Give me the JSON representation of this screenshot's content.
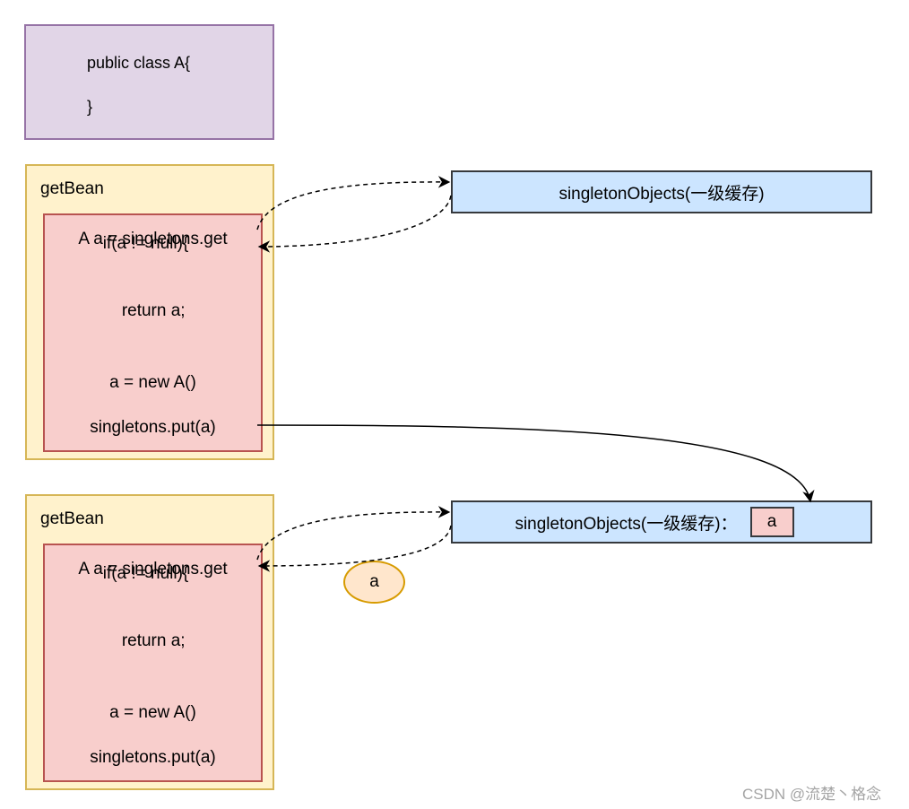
{
  "class_box": {
    "line1": "public class A{",
    "line2": "}"
  },
  "getbean_blocks": [
    {
      "label": "getBean",
      "steps": {
        "get": "A a = singletons.get",
        "check": [
          "if(a != null){",
          "    return a;",
          "}"
        ],
        "create": "a = new A()",
        "put": "singletons.put(a)"
      }
    },
    {
      "label": "getBean",
      "steps": {
        "get": "A a = singletons.get",
        "check": [
          "if(a != null){",
          "    return a;",
          "}"
        ],
        "create": "a = new A()",
        "put": "singletons.put(a)"
      }
    }
  ],
  "caches": [
    {
      "label": "singletonObjects(一级缓存)"
    },
    {
      "label": "singletonObjects(一级缓存)：",
      "item": "a"
    }
  ],
  "returned_value": "a",
  "watermark": "CSDN @流楚丶格念",
  "colors": {
    "class_fill": "#e1d5e7",
    "class_stroke": "#9673a6",
    "container_fill": "#fff2cc",
    "container_stroke": "#d6b656",
    "step_fill": "#f8cecc",
    "step_stroke": "#b85450",
    "cache_fill": "#cce5ff",
    "cache_stroke": "#36393d",
    "bubble_fill": "#ffe6cc",
    "bubble_stroke": "#d79b00"
  }
}
